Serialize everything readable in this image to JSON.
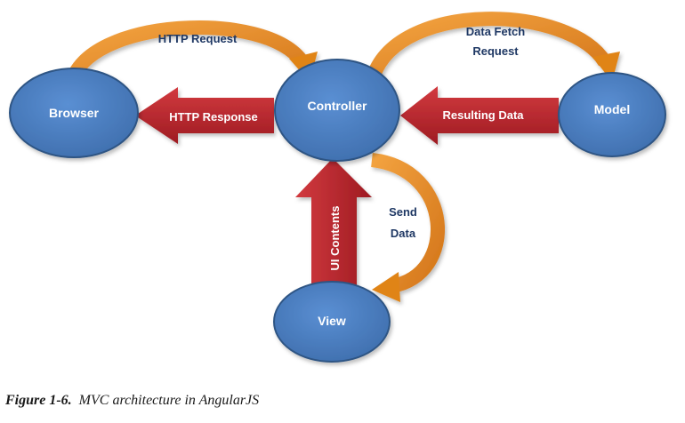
{
  "nodes": {
    "browser": "Browser",
    "controller": "Controller",
    "model": "Model",
    "view": "View"
  },
  "arrows": {
    "http_request": "HTTP Request",
    "http_response": "HTTP Response",
    "data_fetch_line1": "Data Fetch",
    "data_fetch_line2": "Request",
    "resulting_data": "Resulting Data",
    "ui_contents": "UI Contents",
    "send_data_line1": "Send",
    "send_data_line2": "Data"
  },
  "caption": {
    "number": "Figure 1-6.",
    "title": "MVC architecture in AngularJS"
  },
  "colors": {
    "node_fill": "#4a7bbf",
    "node_stroke": "#2f5584",
    "arrow_red": "#b8202a",
    "arrow_orange": "#e8891c"
  }
}
